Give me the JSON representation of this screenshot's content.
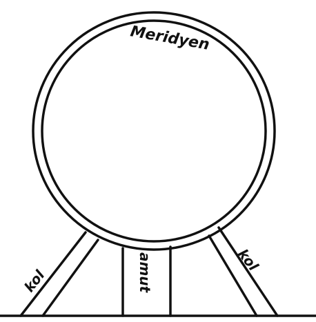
{
  "labels": {
    "ring": "Meridyen",
    "center_post": "amut",
    "left_leg": "kol",
    "right_leg": "kol"
  }
}
